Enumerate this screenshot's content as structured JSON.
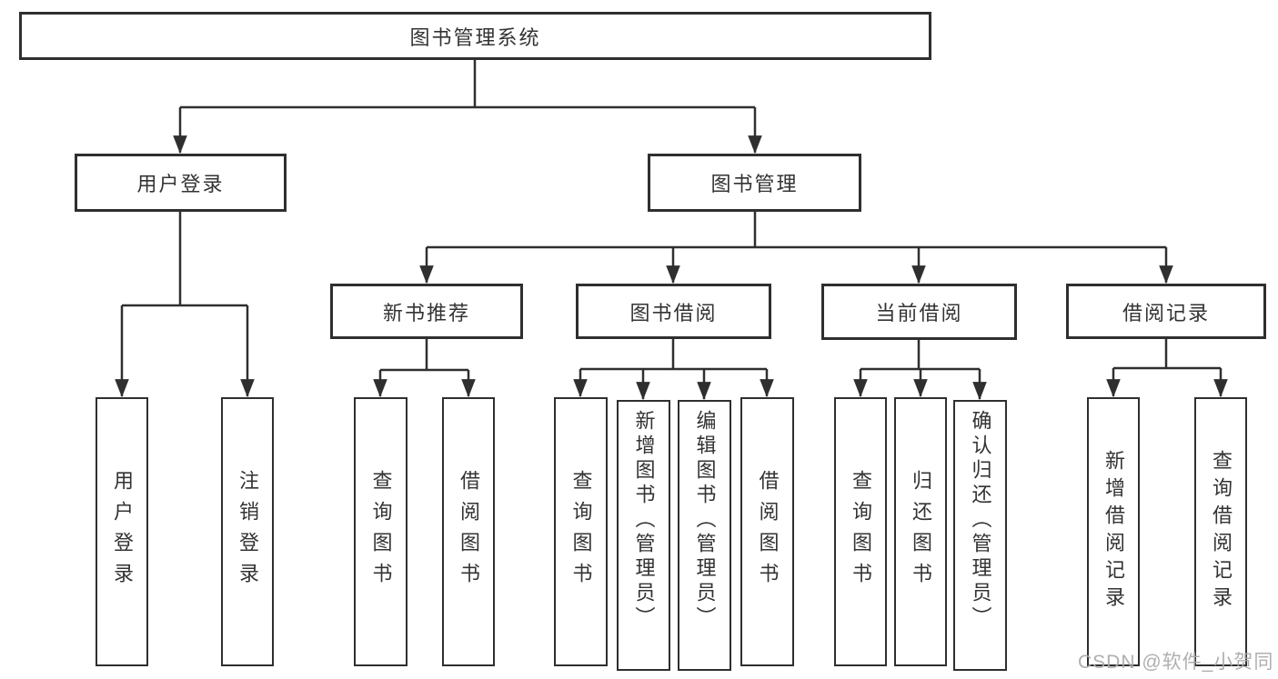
{
  "diagram": {
    "type": "tree",
    "watermark": "CSDN @软件_小贺同学",
    "colors": {
      "line": "#2f2f2f",
      "box_border": "#2f2f2f",
      "text": "#333333",
      "watermark": "#a9a9a9",
      "background": "#ffffff"
    }
  },
  "tree": {
    "root": {
      "label": "图书管理系统"
    },
    "login_branch": {
      "label": "用户登录",
      "children": [
        {
          "label": "用户登录"
        },
        {
          "label": "注销登录"
        }
      ]
    },
    "management_branch": {
      "label": "图书管理",
      "children": [
        {
          "label": "新书推荐",
          "children": [
            {
              "label": "查询图书"
            },
            {
              "label": "借阅图书"
            }
          ]
        },
        {
          "label": "图书借阅",
          "children": [
            {
              "label": "查询图书"
            },
            {
              "label": "新增图书（管理员）"
            },
            {
              "label": "编辑图书（管理员）"
            },
            {
              "label": "借阅图书"
            }
          ]
        },
        {
          "label": "当前借阅",
          "children": [
            {
              "label": "查询图书"
            },
            {
              "label": "归还图书"
            },
            {
              "label": "确认归还（管理员）"
            }
          ]
        },
        {
          "label": "借阅记录",
          "children": [
            {
              "label": "新增借阅记录"
            },
            {
              "label": "查询借阅记录"
            }
          ]
        }
      ]
    }
  }
}
